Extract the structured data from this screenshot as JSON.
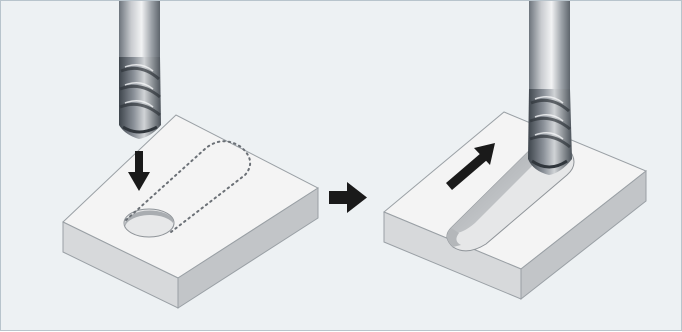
{
  "diagram": {
    "steps": [
      {
        "id": "plunge",
        "arrow_direction": "down"
      },
      {
        "id": "slot",
        "arrow_direction": "along-slot"
      }
    ],
    "transition": {
      "arrow_direction": "right"
    },
    "colors": {
      "background": "#edf1f3",
      "frame": "#b8c4cc",
      "block_top": "#f4f4f4",
      "block_front": "#d7d9db",
      "block_right": "#c2c5c8",
      "arrow": "#1a1a1a",
      "tool_light": "#d3d6da",
      "tool_dark": "#596068",
      "hole": "#c9cbcd"
    }
  }
}
